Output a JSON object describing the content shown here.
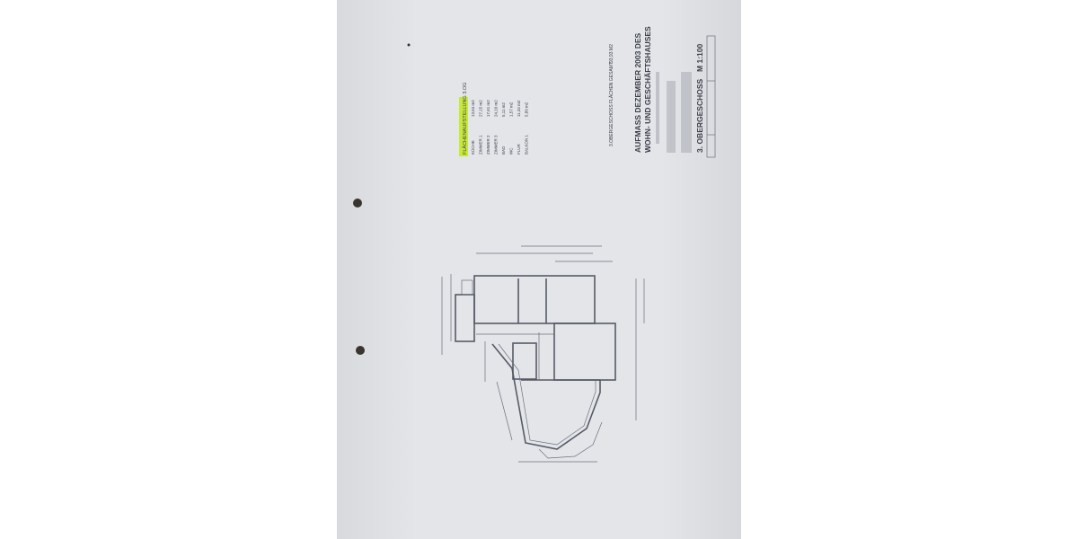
{
  "document": {
    "title_line1": "AUFMASS DEZEMBER 2003 DES",
    "title_line2": "WOHN- UND GESCHÄFTSHAUSES",
    "floor": "3. OBERGESCHOSS",
    "scale": "M 1:100",
    "total_area_label": "3.OBERGESCHOSS FLÄCHEN GESAMT",
    "total_area_value": "93,93 M2"
  },
  "area_table": {
    "header": "FLÄCHENAUFSTELLUNG 3.OG",
    "highlight_color": "#c8e83a",
    "rows": [
      {
        "room": "KÜCHE",
        "area": "13,64 m2"
      },
      {
        "room": "ZIMMER 1",
        "area": "27,15 m2"
      },
      {
        "room": "ZIMMER 2",
        "area": "17,61 m2"
      },
      {
        "room": "ZIMMER 3",
        "area": "24,10 m2"
      },
      {
        "room": "BAD",
        "area": "5,11 m2"
      },
      {
        "room": "WC",
        "area": "1,57 m2"
      },
      {
        "room": "FLUR",
        "area": "11,34 m2"
      },
      {
        "room": "BALKON 1",
        "area": "5,89 m2"
      }
    ]
  }
}
